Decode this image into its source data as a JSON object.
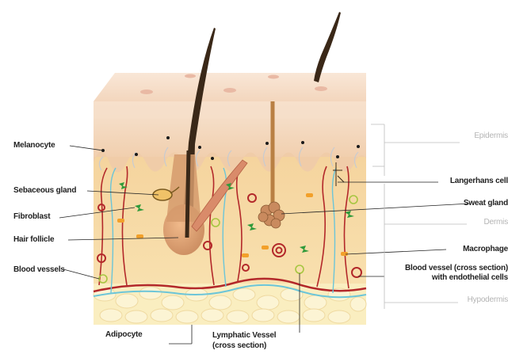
{
  "colors": {
    "epidermis_top": "#f4ddc8",
    "dermis": "#f6d9a8",
    "hypodermis": "#fbf0c2",
    "artery": "#b3282a",
    "lymph": "#6cc5d8",
    "hair": "#3a2818",
    "label_line": "#222222"
  },
  "labels_left": {
    "melanocyte": "Melanocyte",
    "sebaceous_gland": "Sebaceous gland",
    "fibroblast": "Fibroblast",
    "hair_follicle": "Hair follicle",
    "blood_vessels": "Blood vessels"
  },
  "labels_right": {
    "langerhans_cell": "Langerhans cell",
    "sweat_gland": "Sweat gland",
    "macrophage": "Macrophage",
    "blood_vessel_cross_line1": "Blood vessel (cross section)",
    "blood_vessel_cross_line2": "with endothelial cells"
  },
  "layers": {
    "epidermis": "Epidermis",
    "dermis": "Dermis",
    "hypodermis": "Hypodermis"
  },
  "labels_bottom": {
    "adipocyte": "Adipocyte",
    "lymphatic_vessel_line1": "Lymphatic Vessel",
    "lymphatic_vessel_line2": "(cross section)"
  }
}
